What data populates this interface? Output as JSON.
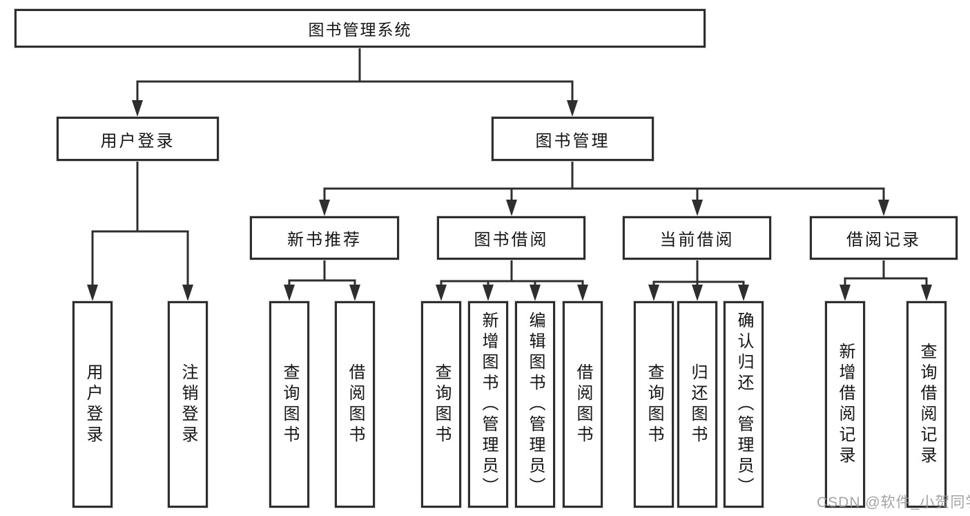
{
  "tree": {
    "root": {
      "label": "图书管理系统"
    },
    "branches": [
      {
        "label": "用户登录",
        "children": [
          {
            "label": "用户登录"
          },
          {
            "label": "注销登录"
          }
        ]
      },
      {
        "label": "图书管理",
        "children": [
          {
            "label": "新书推荐",
            "children": [
              {
                "label": "查询图书"
              },
              {
                "label": "借阅图书"
              }
            ]
          },
          {
            "label": "图书借阅",
            "children": [
              {
                "label": "查询图书"
              },
              {
                "label": "新增图书（管理员）"
              },
              {
                "label": "编辑图书（管理员）"
              },
              {
                "label": "借阅图书"
              }
            ]
          },
          {
            "label": "当前借阅",
            "children": [
              {
                "label": "查询图书"
              },
              {
                "label": "归还图书"
              },
              {
                "label": "确认归还（管理员）"
              }
            ]
          },
          {
            "label": "借阅记录",
            "children": [
              {
                "label": "新增借阅记录"
              },
              {
                "label": "查询借阅记录"
              }
            ]
          }
        ]
      }
    ]
  },
  "watermark": {
    "text": "CSDN @软件_小贺同学"
  },
  "colors": {
    "line": "#2e2e2e",
    "box_border": "#2e2e2e",
    "box_fill": "#ffffff",
    "text": "#141414",
    "watermark": "#969696"
  }
}
